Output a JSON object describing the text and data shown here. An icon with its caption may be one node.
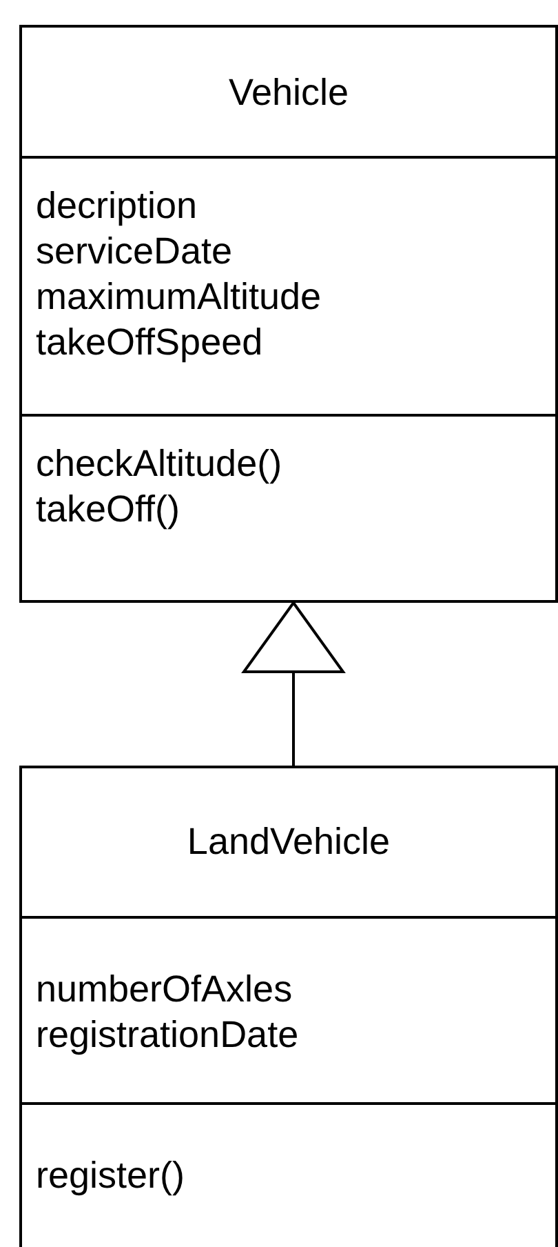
{
  "diagram": {
    "nodes": [
      {
        "text": [
          "Vehicle"
        ]
      },
      {
        "text": [
          "decription",
          "serviceDate",
          "maximumAltitude",
          "takeOffSpeed"
        ],
        "in": 0
      },
      {
        "text": [
          "checkAltitude()",
          "takeOff()"
        ],
        "in": 0
      },
      {
        "text": [
          "LandVehicle"
        ]
      },
      {
        "text": [
          "numberOfAxles",
          "registrationDate"
        ],
        "in": 3
      },
      {
        "text": [
          "register()"
        ],
        "in": 3
      }
    ],
    "edges": [
      {
        "from": 3,
        "to": 0,
        "arrow": "to"
      }
    ]
  }
}
